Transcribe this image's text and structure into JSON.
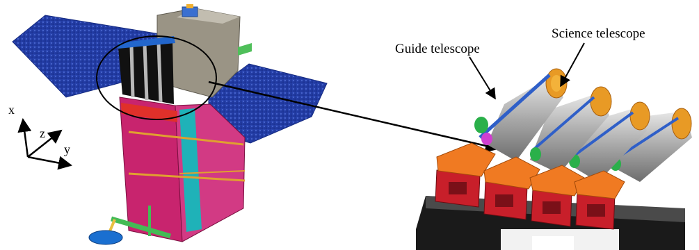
{
  "labels": {
    "guide_telescope": "Guide telescope",
    "science_telescope": "Science telescope"
  },
  "axes": {
    "x": "x",
    "y": "y",
    "z": "z"
  },
  "colors": {
    "solar_panel": "#1f3da6",
    "body_magenta": "#c8246e",
    "body_grey": "#9a9485",
    "cyan_strut": "#1fb2b8",
    "hood_orange": "#f07a22",
    "camera_red": "#c81f2a",
    "tube_grey": "#b4b4b4",
    "base_black": "#1a1a1a",
    "antenna_blue": "#1a6fd0"
  }
}
